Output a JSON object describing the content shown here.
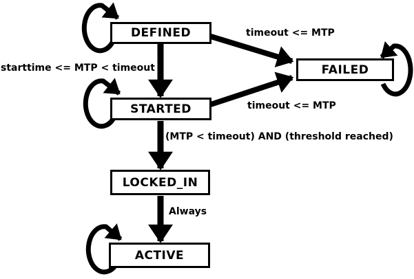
{
  "diagram": {
    "type": "state-machine",
    "background_color": "#ffffff",
    "line_color": "#000000",
    "box_fill_color": "#ffffff",
    "states": [
      {
        "id": "defined",
        "label": "DEFINED",
        "self_loop": true
      },
      {
        "id": "started",
        "label": "STARTED",
        "self_loop": true
      },
      {
        "id": "failed",
        "label": "FAILED",
        "self_loop": true
      },
      {
        "id": "locked_in",
        "label": "LOCKED_IN",
        "self_loop": false
      },
      {
        "id": "active",
        "label": "ACTIVE",
        "self_loop": true
      }
    ],
    "transitions": [
      {
        "from": "DEFINED",
        "to": "FAILED",
        "label": "timeout <= MTP"
      },
      {
        "from": "DEFINED",
        "to": "STARTED",
        "label": "starttime <= MTP < timeout"
      },
      {
        "from": "STARTED",
        "to": "FAILED",
        "label": "timeout <= MTP"
      },
      {
        "from": "STARTED",
        "to": "LOCKED_IN",
        "label": "(MTP < timeout) AND (threshold reached)"
      },
      {
        "from": "LOCKED_IN",
        "to": "ACTIVE",
        "label": "Always"
      }
    ]
  }
}
